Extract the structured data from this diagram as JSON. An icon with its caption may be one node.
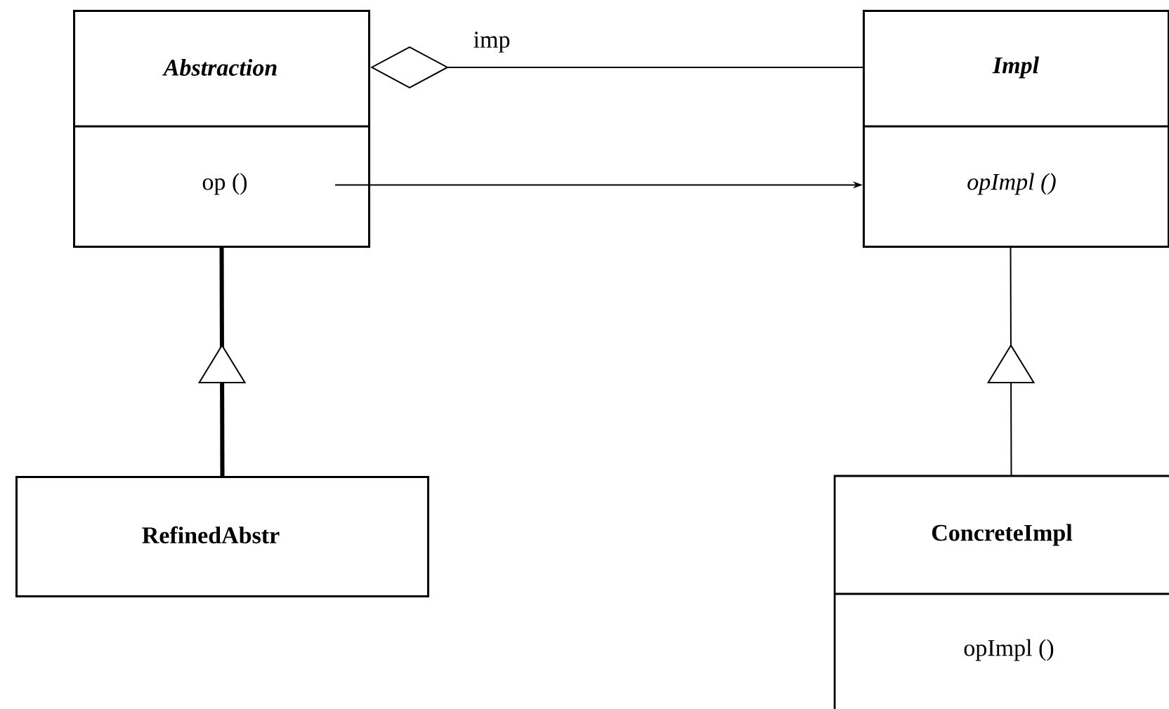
{
  "diagram": {
    "nodes": [
      {
        "text": [
          "Abstraction",
          "op ()"
        ]
      },
      {
        "text": [
          "Impl",
          "opImpl ()"
        ]
      },
      {
        "text": [
          "RefinedAbstr"
        ]
      },
      {
        "text": [
          "ConcreteImpl",
          "opImpl ()"
        ]
      }
    ],
    "edges": [
      {
        "from": 0,
        "to": 1,
        "arrow": "other",
        "label": "imp"
      },
      {
        "from": 0,
        "to": 1,
        "arrow": "to"
      },
      {
        "from": 2,
        "to": 0,
        "arrow": "to",
        "style": "thick"
      },
      {
        "from": 3,
        "to": 1,
        "arrow": "to"
      }
    ]
  }
}
